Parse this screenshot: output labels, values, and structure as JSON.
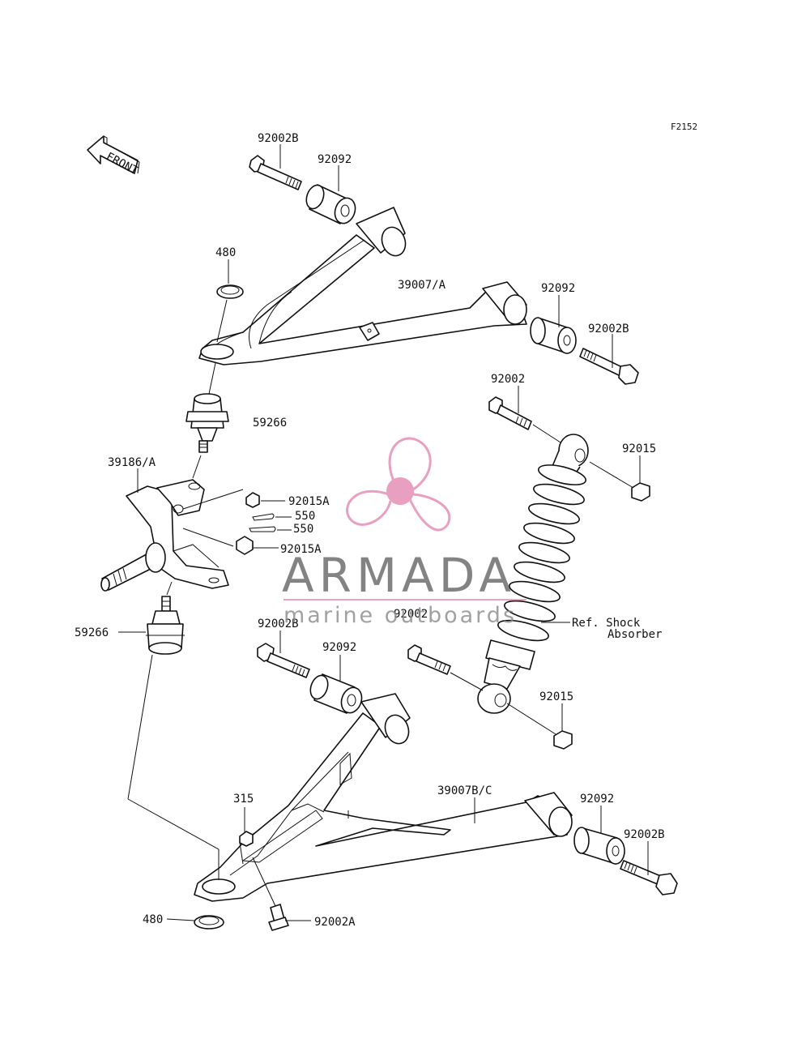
{
  "figure_code": "F2152",
  "front_arrow_text": "FRONT",
  "watermark": {
    "brand": "ARMADA",
    "tagline": "marine outboards",
    "accent_color": "#e58fb6",
    "text_color": "#6e6e6e"
  },
  "callouts": {
    "bolt_upper_left": "92002B",
    "bushing_upper_left": "92092",
    "circlip_upper": "480",
    "upper_arm": "39007/A",
    "bushing_upper_right": "92092",
    "bolt_upper_right": "92002B",
    "ball_joint_upper": "59266",
    "shock_bolt_upper": "92002",
    "shock_nut_upper": "92015",
    "knuckle": "39186/A",
    "knuckle_nut_upper": "92015A",
    "cotter_pin_upper": "550",
    "cotter_pin_lower": "550",
    "knuckle_nut_lower": "92015A",
    "shock_bolt_lower_label": "92002",
    "shock_ref_line1": "Ref. Shock",
    "shock_ref_line2": "Absorber",
    "ball_joint_lower": "59266",
    "bolt_lower_left": "92002B",
    "bushing_lower_left": "92092",
    "shock_nut_lower": "92015",
    "nut_lower_arm": "315",
    "lower_arm": "39007B/C",
    "bushing_lower_right": "92092",
    "bolt_lower_right": "92002B",
    "circlip_lower": "480",
    "bolt_lower_arm": "92002A"
  }
}
